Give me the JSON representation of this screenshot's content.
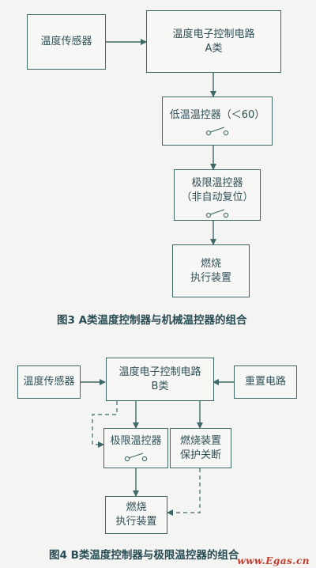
{
  "figure3": {
    "sensor": "温度传感器",
    "controller_line1": "温度电子控制电路",
    "controller_line2": "A类",
    "low_temp": "低温温控器（＜60）",
    "limit_line1": "极限温控器",
    "limit_line2": "（非自动复位）",
    "burner_line1": "燃烧",
    "burner_line2": "执行装置",
    "caption": "图3  A类温度控制器与机械温控器的组合"
  },
  "figure4": {
    "sensor": "温度传感器",
    "controller_line1": "温度电子控制电路",
    "controller_line2": "B类",
    "reset": "重置电路",
    "limit": "极限温控器",
    "protect_line1": "燃烧装置",
    "protect_line2": "保护关断",
    "burner_line1": "燃烧",
    "burner_line2": "执行装置",
    "caption": "图4  B类温度控制器与极限温控器的组合"
  },
  "watermark": "www.Egas.cn",
  "colors": {
    "line": "#3e6868",
    "text": "#2f4f57",
    "watermark": "#c23a2a"
  }
}
